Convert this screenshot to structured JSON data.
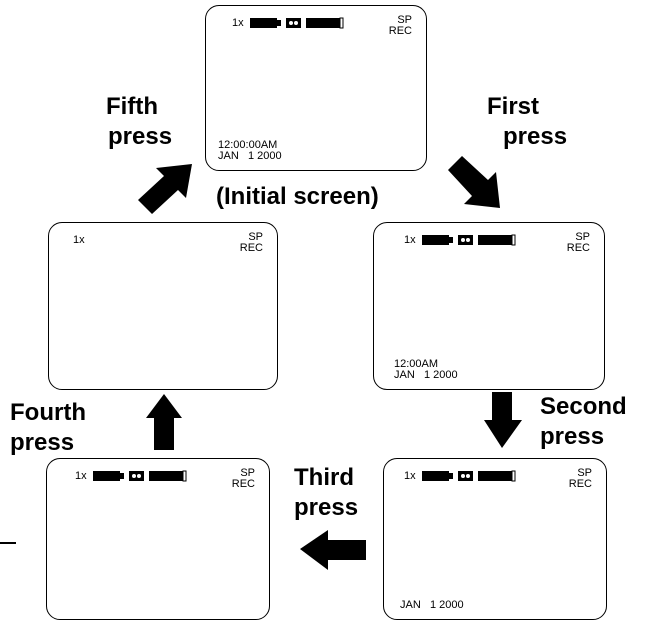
{
  "screens": {
    "initial": {
      "zoom": "1x",
      "mode": "SP",
      "status": "REC",
      "time": "12:00:00AM",
      "date": "JAN   1 2000"
    },
    "first": {
      "zoom": "1x",
      "mode": "SP",
      "status": "REC",
      "time": "12:00AM",
      "date": "JAN   1 2000"
    },
    "second": {
      "zoom": "1x",
      "mode": "SP",
      "status": "REC",
      "date": "JAN   1 2000"
    },
    "third": {
      "zoom": "1x",
      "mode": "SP",
      "status": "REC"
    },
    "fourth": {
      "zoom": "1x",
      "mode": "SP",
      "status": "REC"
    }
  },
  "labels": {
    "fifth": [
      "Fifth",
      "press"
    ],
    "first": [
      "First",
      "press"
    ],
    "initial": "(Initial screen)",
    "second": [
      "Second",
      "press"
    ],
    "third": [
      "Third",
      "press"
    ],
    "fourth": [
      "Fourth",
      "press"
    ]
  }
}
